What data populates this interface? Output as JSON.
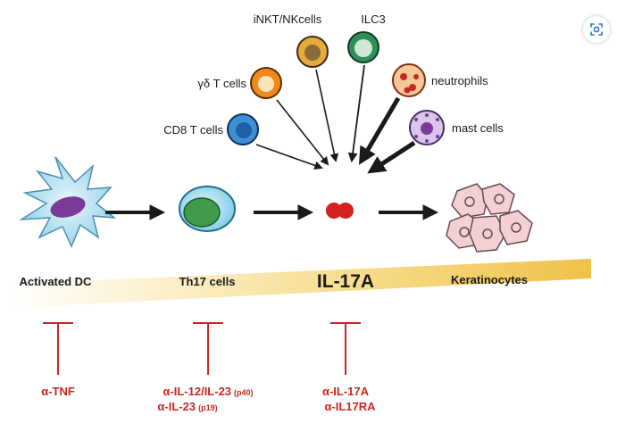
{
  "cells_top": {
    "inkt": "iNKT/NKcells",
    "ilc3": "ILC3",
    "gd": "γδ T cells",
    "neutrophils": "neutrophils",
    "cd8": "CD8 T cells",
    "mast": "mast cells"
  },
  "pathway": {
    "dc": "Activated DC",
    "th17": "Th17 cells",
    "il17a": "IL-17A",
    "keratinocytes": "Keratinocytes"
  },
  "inhibitors": {
    "tnf": "α-TNF",
    "il12_main": "α-IL-12/IL-23",
    "il12_sub": "(p40)",
    "il23_main": "α-IL-23",
    "il23_sub": "(p19)",
    "il17a": "α-IL-17A",
    "il17ra": "α-IL17RA"
  },
  "colors": {
    "inhibitor_red": "#c8281e",
    "gradient_yellow": "#f2c94c",
    "arrow": "#1a1a1a"
  },
  "icons": {
    "corner_button": "focus-scan-icon"
  }
}
